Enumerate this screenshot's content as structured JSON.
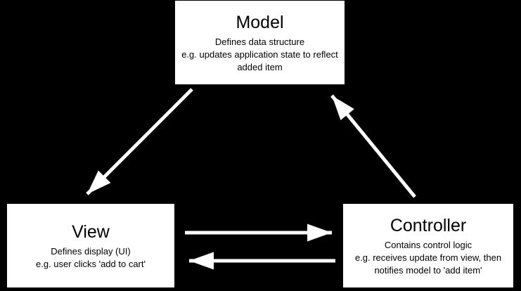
{
  "colors": {
    "background": "#000000",
    "node_fill": "#ffffff",
    "node_text": "#000000",
    "arrow": "#ffffff"
  },
  "nodes": {
    "model": {
      "title": "Model",
      "description": "Defines data structure",
      "example": "e.g. updates application state to reflect added item"
    },
    "view": {
      "title": "View",
      "description": "Defines display (UI)",
      "example": "e.g. user clicks 'add to cart'"
    },
    "controller": {
      "title": "Controller",
      "description": "Contains control logic",
      "example": "e.g. receives update from view, then notifies model to 'add item'"
    }
  },
  "arrows": [
    {
      "name": "model-to-view",
      "from": "Model",
      "to": "View"
    },
    {
      "name": "controller-to-model",
      "from": "Controller",
      "to": "Model"
    },
    {
      "name": "view-to-controller",
      "from": "View",
      "to": "Controller"
    },
    {
      "name": "controller-to-view",
      "from": "Controller",
      "to": "View"
    }
  ]
}
